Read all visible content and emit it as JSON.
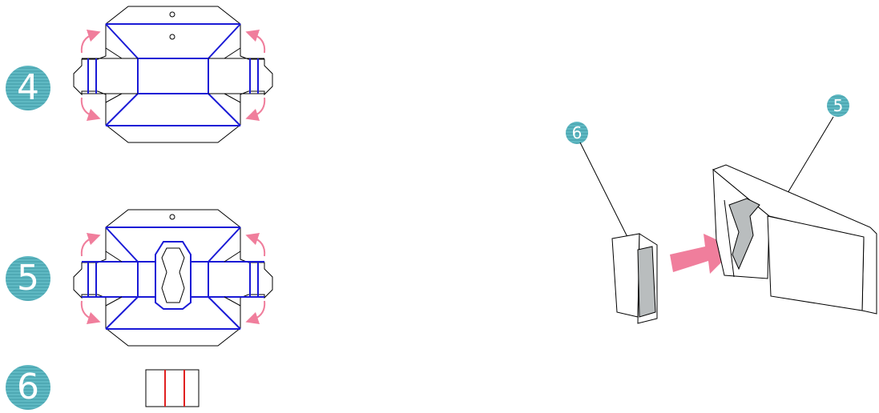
{
  "steps": [
    {
      "number": "4"
    },
    {
      "number": "5"
    },
    {
      "number": "6"
    }
  ],
  "assembly": {
    "part_a_label": "6",
    "part_b_label": "5"
  },
  "colors": {
    "fold_line": "#1a1ad6",
    "cut_line": "#e02020",
    "arrow": "#f07e9c",
    "badge": "#55adb8",
    "shading": "#b9bdbe"
  }
}
